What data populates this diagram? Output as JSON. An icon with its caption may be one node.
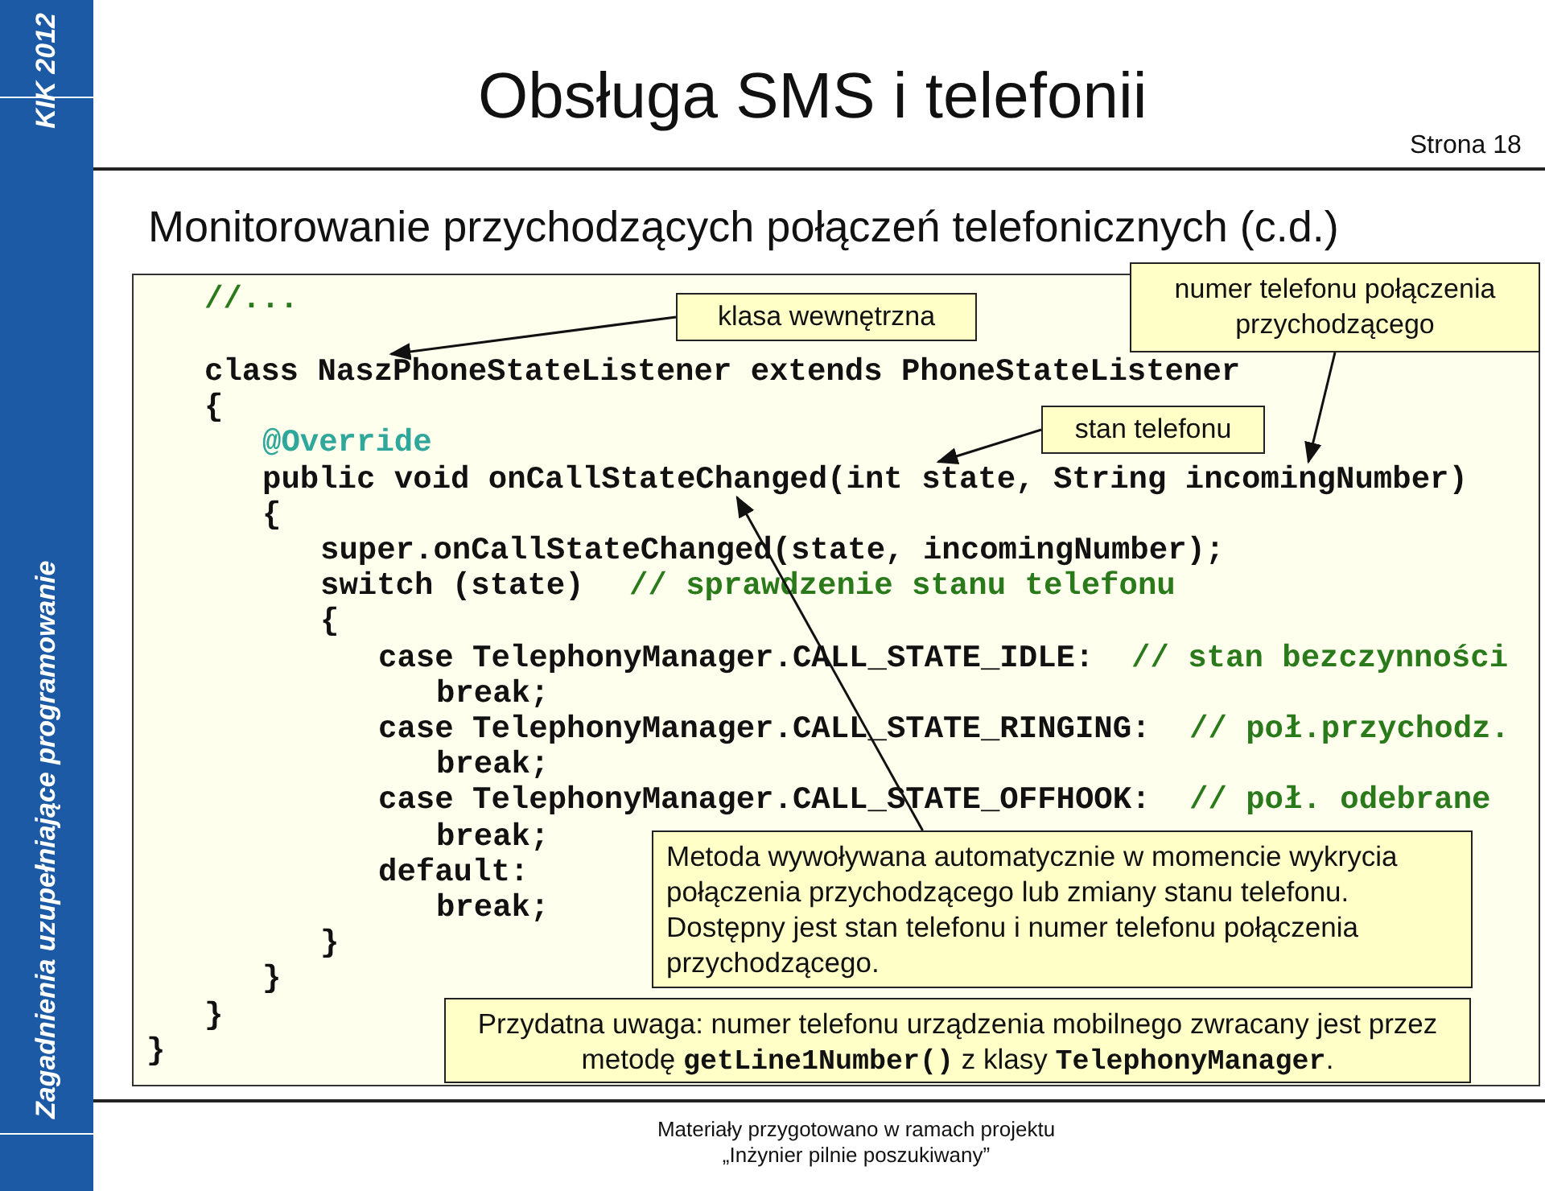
{
  "diagram": {
    "title": "Obsługa SMS i telefonii",
    "nodes": [
      {
        "text": [
          "klasa wewnętrzna"
        ]
      },
      {
        "text": [
          "numer telefonu połączenia przychodzącego"
        ]
      },
      {
        "text": [
          "class NaszPhoneStateListener extends PhoneStateListener"
        ]
      },
      {
        "text": [
          "stan telefonu"
        ]
      },
      {
        "text": [
          "public void onCallStateChanged(int state, String incomingNumber)"
        ]
      },
      {
        "text": [
          "Metoda wywoływana automatycznie w momencie wykrycia połączenia przychodzącego lub zmiany stanu telefonu. Dostępny jest stan telefonu i numer telefonu połączenia przychodzącego."
        ]
      },
      {
        "text": [
          "Przydatna uwaga: numer telefonu urządzenia mobilnego zwracany jest przez metodę **getLine1Number()** z klasy **TelephonyManager**."
        ]
      }
    ],
    "edges": [
      {
        "from": 0,
        "to": 2,
        "arrow": "to"
      },
      {
        "from": 1,
        "to": 4,
        "arrow": "to"
      },
      {
        "from": 3,
        "to": 4,
        "arrow": "to"
      },
      {
        "from": 5,
        "to": 4,
        "arrow": "to"
      }
    ],
    "labels": [
      "KIK 2012",
      "Zagadnienia uzupełniające programowanie",
      "Strona 18",
      "Monitorowanie przychodzących połączeń telefonicznych (c.d.)",
      "//...",
      "{",
      "@Override",
      "{",
      "super.onCallStateChanged(state, incomingNumber);",
      "switch (state)",
      "// sprawdzenie stanu telefonu",
      "{",
      "case TelephonyManager.CALL_STATE_IDLE:",
      "// stan bezczynności",
      "break;",
      "case TelephonyManager.CALL_STATE_RINGING:",
      "// poł.przychodz.",
      "break;",
      "case TelephonyManager.CALL_STATE_OFFHOOK:",
      "// poł. odebrane",
      "break;",
      "default:",
      "break;",
      "}",
      "}",
      "}",
      "}",
      "Materiały przygotowano w ramach projektu „Inżynier pilnie poszukiwany”"
    ]
  }
}
